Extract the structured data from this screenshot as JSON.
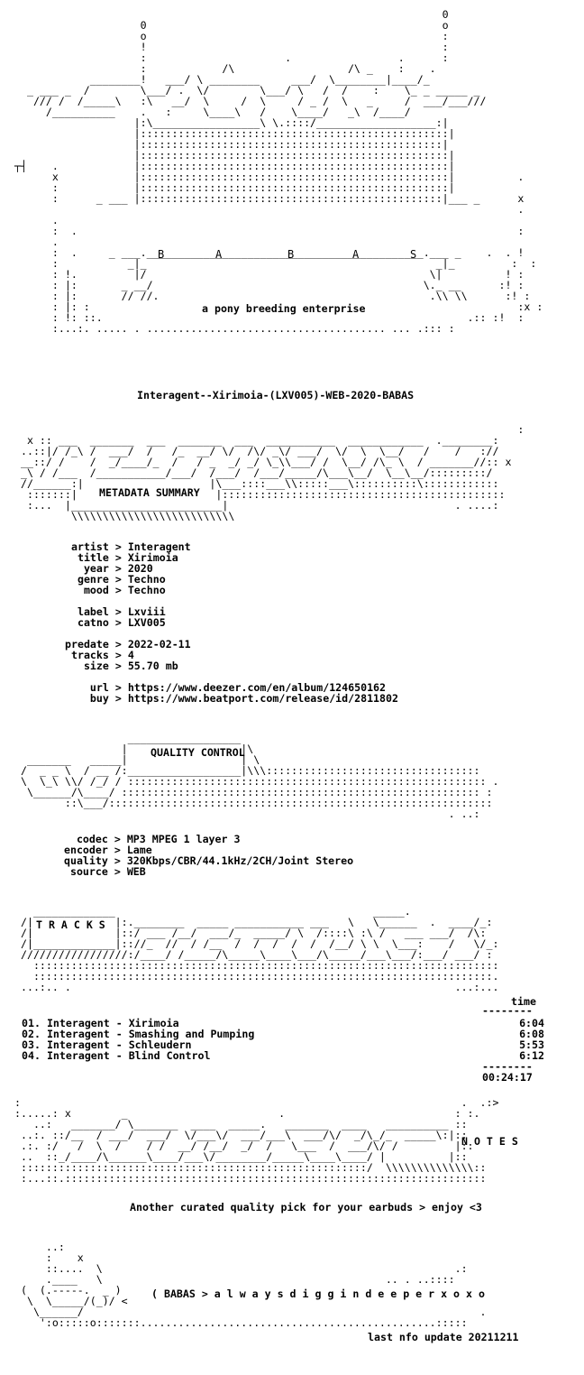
{
  "header": {
    "logo_letters": [
      "B",
      "A",
      "B",
      "A",
      "S"
    ],
    "tagline": "a pony breeding enterprise"
  },
  "release_name": "Interagent--Xirimoia-(LXV005)-WEB-2020-BABAS",
  "metadata": {
    "section_label": "METADATA SUMMARY",
    "fields": [
      {
        "key": "artist",
        "value": "Interagent"
      },
      {
        "key": "title",
        "value": "Xirimoia"
      },
      {
        "key": "year",
        "value": "2020"
      },
      {
        "key": "genre",
        "value": "Techno"
      },
      {
        "key": "mood",
        "value": "Techno"
      },
      {
        "key": "label",
        "value": "Lxviii"
      },
      {
        "key": "catno",
        "value": "LXV005"
      },
      {
        "key": "predate",
        "value": "2022-02-11"
      },
      {
        "key": "tracks",
        "value": "4"
      },
      {
        "key": "size",
        "value": "55.70 mb"
      },
      {
        "key": "url",
        "value": "https://www.deezer.com/en/album/124650162"
      },
      {
        "key": "buy",
        "value": "https://www.beatport.com/release/id/2811802"
      }
    ]
  },
  "quality": {
    "section_label": "QUALITY CONTROL",
    "fields": [
      {
        "key": "codec",
        "value": "MP3 MPEG 1 layer 3"
      },
      {
        "key": "encoder",
        "value": "Lame"
      },
      {
        "key": "quality",
        "value": "320Kbps/CBR/44.1kHz/2CH/Joint Stereo"
      },
      {
        "key": "source",
        "value": "WEB"
      }
    ]
  },
  "tracks": {
    "section_label": "T R A C K S",
    "time_header": "time",
    "list": [
      {
        "num": "01.",
        "artist": "Interagent",
        "title": "Xirimoia",
        "time": "6:04"
      },
      {
        "num": "02.",
        "artist": "Interagent",
        "title": "Smashing and Pumping",
        "time": "6:08"
      },
      {
        "num": "03.",
        "artist": "Interagent",
        "title": "Schleudern",
        "time": "5:53"
      },
      {
        "num": "04.",
        "artist": "Interagent",
        "title": "Blind Control",
        "time": "6:12"
      }
    ],
    "total": "00:24:17"
  },
  "notes": {
    "section_label": "N O T E S",
    "text": "Another curated quality pick for your earbuds > enjoy <3"
  },
  "footer": {
    "tagline": "( BABAS > a l w a y s d i g g i n d e e p e r x o x o",
    "update": "last nfo update 20211211"
  }
}
